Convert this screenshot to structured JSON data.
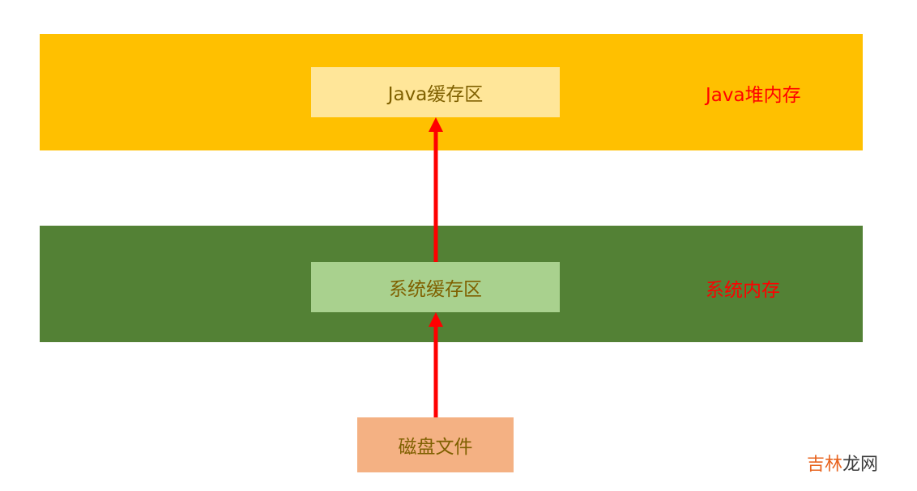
{
  "layers": {
    "heap": {
      "label": "Java堆内存",
      "color": "#ffc000"
    },
    "system": {
      "label": "系统内存",
      "color": "#538135"
    }
  },
  "boxes": {
    "java_cache": {
      "label": "Java缓存区",
      "color": "#ffe699"
    },
    "system_cache": {
      "label": "系统缓存区",
      "color": "#a9d18e"
    },
    "disk_file": {
      "label": "磁盘文件",
      "color": "#f4b183"
    }
  },
  "arrows": [
    {
      "from": "disk_file",
      "to": "system_cache",
      "color": "#ff0000"
    },
    {
      "from": "system_cache",
      "to": "java_cache",
      "color": "#ff0000"
    }
  ],
  "watermark": {
    "part1": "吉林",
    "part2": "龙网"
  }
}
